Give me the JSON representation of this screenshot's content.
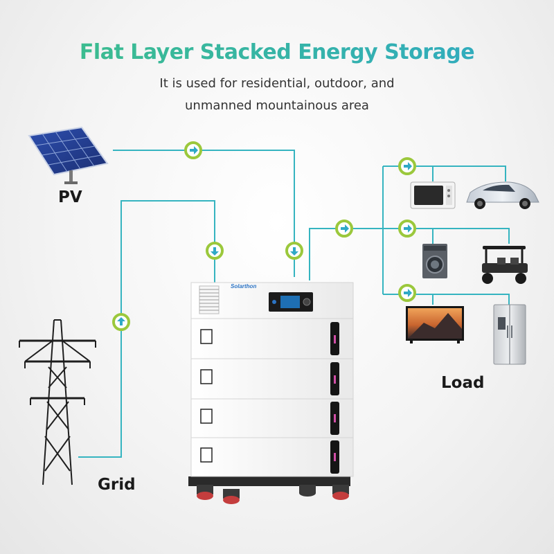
{
  "title": "Flat Layer Stacked Energy Storage",
  "subtitle_line1": "It is used for residential, outdoor, and",
  "subtitle_line2": "unmanned mountainous area",
  "labels": {
    "pv": "PV",
    "grid": "Grid",
    "load": "Load"
  },
  "battery": {
    "brand": "Solarthon",
    "modules": 4
  },
  "icons": {
    "pv": "solar-panel-icon",
    "grid": "power-tower-icon",
    "loads": [
      "microwave-icon",
      "car-icon",
      "washing-machine-icon",
      "golf-cart-icon",
      "tv-icon",
      "refrigerator-icon"
    ]
  },
  "colors": {
    "title_start": "#3dbf86",
    "title_end": "#2fa9c6",
    "line": "#35b4c0",
    "arrow_badge": "#9bc83c",
    "battery_accent": "#d24fa8"
  }
}
